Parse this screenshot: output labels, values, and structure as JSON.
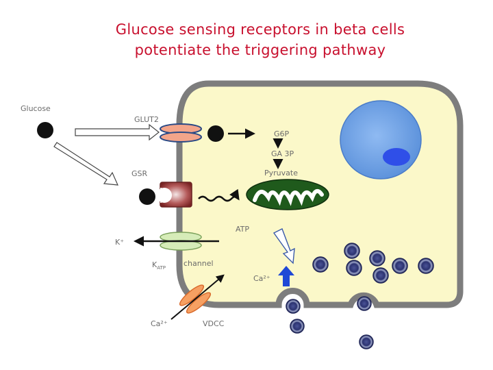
{
  "title": {
    "line1": "Glucose sensing receptors in beta cells",
    "line2": "potentiate the triggering pathway"
  },
  "labels": {
    "glucose": "Glucose",
    "glut2": "GLUT2",
    "g6p": "G6P",
    "ga3p": "GA 3P",
    "pyruvate": "Pyruvate",
    "gsr": "GSR",
    "atp": "ATP",
    "k_plus": "K⁺",
    "katp_k": "K",
    "katp_sub": "ATP",
    "channel": "channel",
    "ca_inside": "Ca²⁺",
    "ca_outside": "Ca²⁺",
    "vdcc": "VDCC"
  },
  "colors": {
    "title": "#c8102e",
    "cell_fill": "#fbf8c9",
    "cell_border": "#808080",
    "nucleus": "#6fa3e6",
    "nucleolus": "#2f4fe8",
    "mitochondrion": "#1f5a1c",
    "granule": "#2b3270",
    "ca_arrow": "#1f49d6",
    "gsr_receptor": "#8b2e2e",
    "glut2": "#f0a080",
    "katp": "#c9e5a8",
    "vdcc": "#f28a3c"
  }
}
